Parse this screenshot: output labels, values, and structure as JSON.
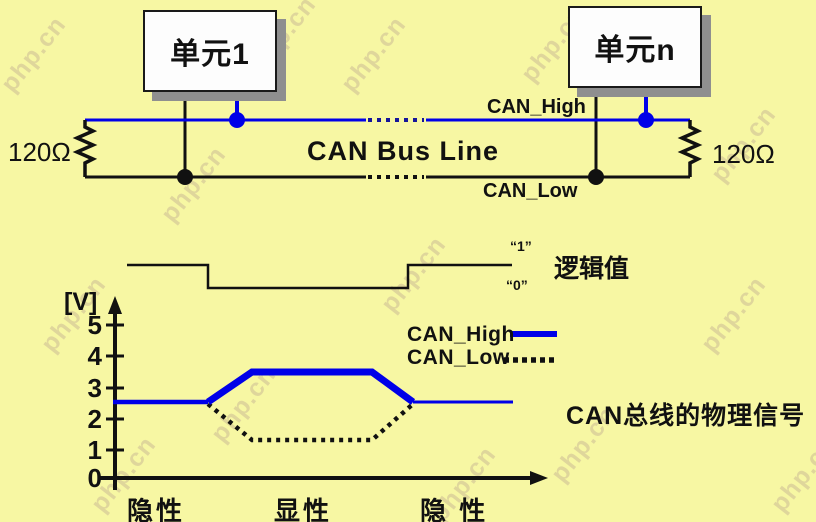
{
  "watermark": {
    "text": "php.cn"
  },
  "circuit": {
    "unit1_label": "单元1",
    "unit_n_label": "单元n",
    "resistor_left_label": "120Ω",
    "resistor_right_label": "120Ω",
    "bus_title": "CAN Bus Line",
    "can_high_label": "CAN_High",
    "can_low_label": "CAN_Low"
  },
  "logic": {
    "label": "逻辑值",
    "high": "“1”",
    "low": "“0”"
  },
  "chart": {
    "ylabel": "[V]",
    "ytick_labels": [
      "5",
      "4",
      "3",
      "2",
      "1",
      "0"
    ],
    "x_labels": [
      "隐性",
      "显性",
      "隐 性"
    ],
    "legend_high": "CAN_High",
    "legend_low": "CAN_Low",
    "caption": "CAN总线的物理信号"
  },
  "chart_data": {
    "type": "line",
    "title": "CAN总线的物理信号",
    "ylabel": "[V]",
    "ylim": [
      0,
      5.5
    ],
    "yticks": [
      0,
      1,
      2,
      3,
      4,
      5
    ],
    "x_states": [
      "隐性 (recessive)",
      "显性 (dominant)",
      "隐 性 (recessive)"
    ],
    "series": [
      {
        "name": "CAN_High",
        "color": "#0000e8",
        "style": "solid",
        "x_rel": [
          0.0,
          0.22,
          0.33,
          0.62,
          0.72,
          0.95
        ],
        "values": [
          2.5,
          2.5,
          3.5,
          3.5,
          2.5,
          2.5
        ]
      },
      {
        "name": "CAN_Low",
        "color": "#000000",
        "style": "dotted",
        "x_rel": [
          0.0,
          0.22,
          0.33,
          0.62,
          0.72,
          0.95
        ],
        "values": [
          2.5,
          2.5,
          1.5,
          1.5,
          2.5,
          2.5
        ]
      }
    ],
    "logic_waveform": {
      "states": [
        "1",
        "0",
        "1"
      ],
      "level_labels": [
        "“1”",
        "“0”"
      ],
      "label": "逻辑值"
    },
    "grid": false,
    "legend_position": "upper-right-of-plot"
  }
}
